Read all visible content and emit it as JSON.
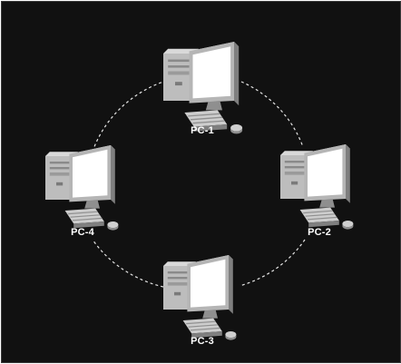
{
  "diagram": {
    "topology": "ring",
    "link_style": "dashed",
    "colors": {
      "background": "#111111",
      "link": "#e6e6e6",
      "label": "#ffffff",
      "screen": "#ffffff",
      "case": "#bdbdbd"
    },
    "nodes": [
      {
        "id": "pc1",
        "label": "PC-1",
        "icon": "desktop-computer-icon"
      },
      {
        "id": "pc2",
        "label": "PC-2",
        "icon": "desktop-computer-icon"
      },
      {
        "id": "pc3",
        "label": "PC-3",
        "icon": "desktop-computer-icon"
      },
      {
        "id": "pc4",
        "label": "PC-4",
        "icon": "desktop-computer-icon"
      }
    ]
  }
}
